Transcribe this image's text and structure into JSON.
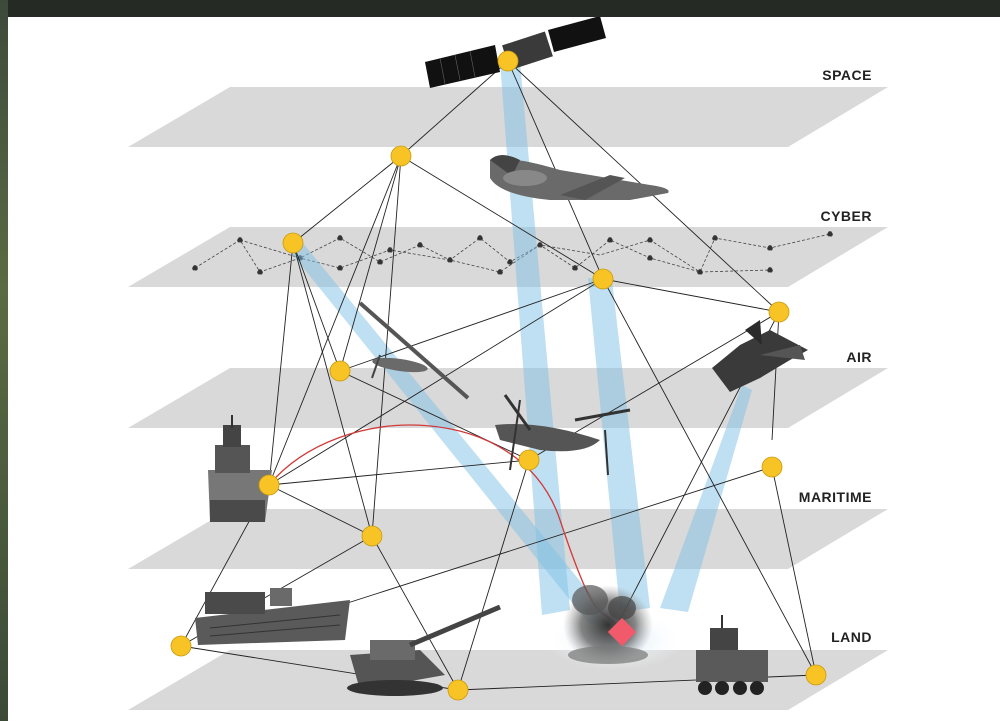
{
  "layers": [
    {
      "name": "space",
      "label": "SPACE"
    },
    {
      "name": "cyber",
      "label": "CYBER"
    },
    {
      "name": "air",
      "label": "AIR"
    },
    {
      "name": "maritime",
      "label": "MARITIME"
    },
    {
      "name": "land",
      "label": "LAND"
    }
  ],
  "colors": {
    "plane": "#d9d9d9",
    "node": "#f7c325",
    "link": "#222222",
    "beam": "#7fc1e6",
    "strike_arc": "#d23a3a",
    "target": "#f05a6a"
  },
  "icons": [
    "satellite-icon",
    "business-jet-icon",
    "drone-icon",
    "tiltrotor-icon",
    "stealth-fighter-icon",
    "warship-icon",
    "sam-launcher-icon",
    "howitzer-icon",
    "robotic-vehicle-icon",
    "explosion-icon",
    "target-diamond-icon"
  ]
}
